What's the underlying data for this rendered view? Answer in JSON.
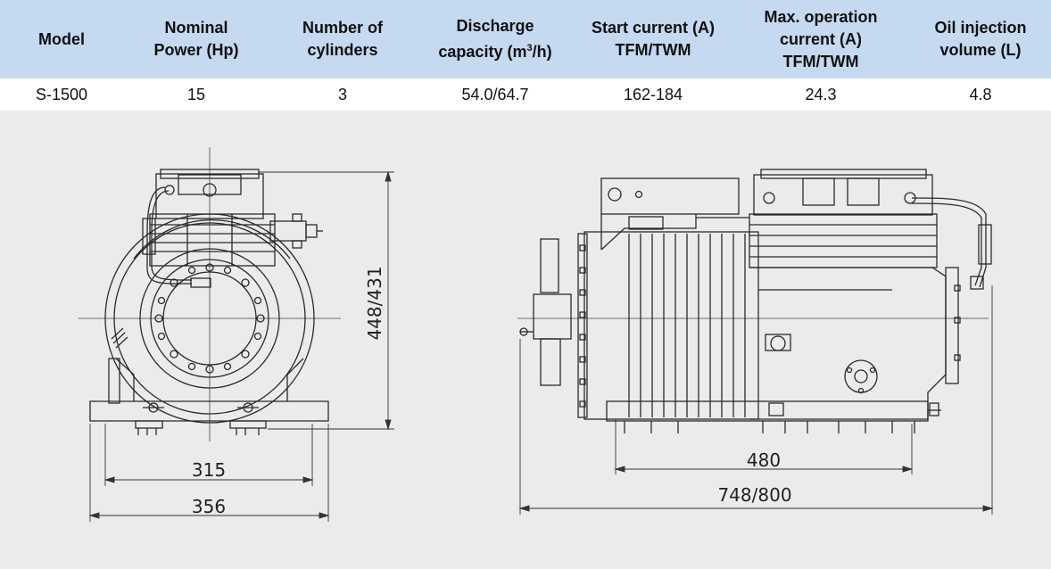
{
  "table": {
    "headers": [
      {
        "l1": "Model",
        "l2": "",
        "l3": ""
      },
      {
        "l1": "Nominal",
        "l2": "Power (Hp)",
        "l3": ""
      },
      {
        "l1": "Number of",
        "l2": "cylinders",
        "l3": ""
      },
      {
        "l1": "Discharge",
        "l2": "capacity (m",
        "l2sup": "3",
        "l2post": "/h)",
        "l3": ""
      },
      {
        "l1": "Start current (A)",
        "l2": "TFM/TWM",
        "l3": ""
      },
      {
        "l1": "Max. operation",
        "l2": "current (A)",
        "l3": "TFM/TWM"
      },
      {
        "l1": "Oil injection",
        "l2": "volume (L)",
        "l3": ""
      }
    ],
    "row": [
      "S-1500",
      "15",
      "3",
      "54.0/64.7",
      "162-184",
      "24.3",
      "4.8"
    ]
  },
  "drawing": {
    "front_view": {
      "dim_inner_width": "315",
      "dim_outer_width": "356",
      "dim_height": "448/431"
    },
    "side_view": {
      "dim_base_length": "480",
      "dim_overall_length": "748/800"
    }
  }
}
